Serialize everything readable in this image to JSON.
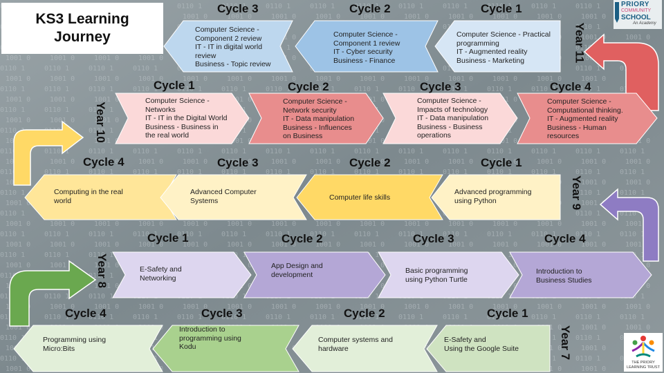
{
  "title": "KS3 Learning\nJourney",
  "colors": {
    "background": "#8a959a",
    "year11": "#bdd7ee",
    "year11_mid": "#9dc3e6",
    "year10_light": "#f8cbcb",
    "year10_dark": "#e88d8d",
    "year9_light": "#fff2c6",
    "year9_dark": "#ffd966",
    "year8_light": "#ddd6ef",
    "year8_dark": "#b4a7d6",
    "year7_light": "#e2efd9",
    "year7_dark": "#a9d18e",
    "connector_red": "#e06060",
    "connector_yellow": "#ffd966",
    "connector_purple": "#8e7cc3",
    "connector_green": "#6aa84f"
  },
  "years": {
    "year11": "Year 11",
    "year10": "Year 10",
    "year9": "Year 9",
    "year8": "Year 8",
    "year7": "Year 7"
  },
  "rows": {
    "year11": {
      "cycles": [
        "Cycle 3",
        "Cycle 2",
        "Cycle 1"
      ],
      "items": [
        "Computer Science -\nComponent 2 review\nIT -  IT in digital world\nreview\nBusiness - Topic review",
        "Computer Science -\nComponent 1 review\nIT - Cyber security\nBusiness - Finance",
        "Computer Science - Practical\nprogramming\nIT - Augmented reality\nBusiness - Marketing"
      ]
    },
    "year10": {
      "cycles": [
        "Cycle 1",
        "Cycle 2",
        "Cycle 3",
        "Cycle 4"
      ],
      "items": [
        "Computer Science -\nNetworks\nIT - IT in the Digital World\nBusiness - Business in\nthe real world",
        "Computer Science -\nNetwork security\nIT - Data manipulation\nBusiness - Influences\non Business",
        "Computer Science -\nImpacts of technology\nIT - Data manipulation\nBusiness - Business\noperations",
        "Computer Science -\nComputational thinking.\nIT - Augmented reality\nBusiness - Human\nresources"
      ]
    },
    "year9": {
      "cycles": [
        "Cycle 4",
        "Cycle 3",
        "Cycle 2",
        "Cycle 1"
      ],
      "items": [
        "Computing in the real\nworld",
        "Advanced Computer\nSystems",
        "Computer life skills",
        "Advanced programming\nusing Python"
      ]
    },
    "year8": {
      "cycles": [
        "Cycle 1",
        "Cycle 2",
        "Cycle 3",
        "Cycle 4"
      ],
      "items": [
        "E-Safety and\nNetworking",
        "App Design and\ndevelopment",
        "Basic programming\nusing Python Turtle",
        "Introduction to\nBusiness Studies"
      ]
    },
    "year7": {
      "cycles": [
        "Cycle 4",
        "Cycle 3",
        "Cycle 2",
        "Cycle 1"
      ],
      "items": [
        "Programming using\nMicro:Bits",
        "Introduction to\nprogramming using\nKodu",
        "Computer systems and\nhardware",
        "E-Safety and\nUsing the Google Suite"
      ]
    }
  },
  "logos": {
    "school_top": "PRIORY",
    "school_mid": "COMMUNITY",
    "school_bottom": "SCHOOL",
    "school_sub": "An Academy",
    "trust_line1": "THE PRIORY",
    "trust_line2": "LEARNING TRUST"
  }
}
